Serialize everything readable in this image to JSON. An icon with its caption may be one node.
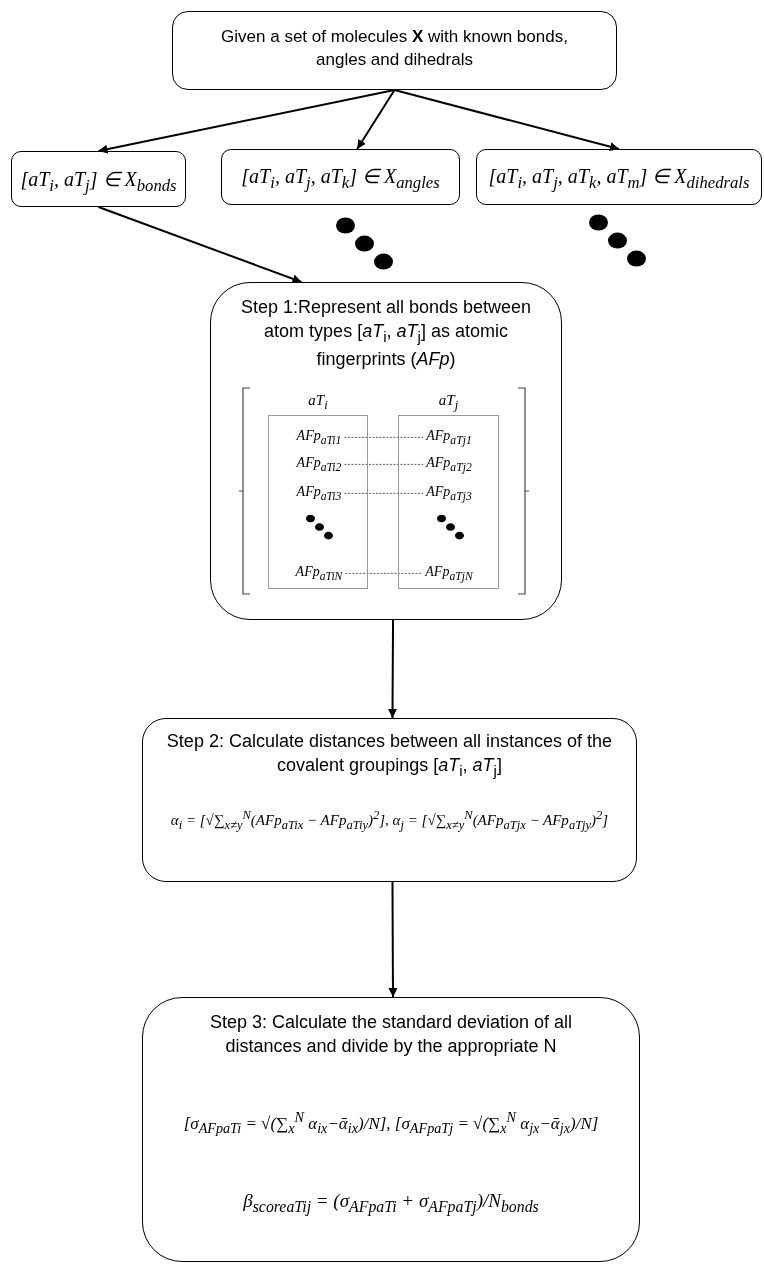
{
  "diagram": {
    "nodes": [
      {
        "text": [
          "Given a set of molecules **X** with known bonds, angles and dihedrals"
        ]
      },
      {
        "text": [
          "[aT$_{i}$, aT$_{j}$] ∈ X$_{bonds}$"
        ]
      },
      {
        "text": [
          "[aT$_{i}$, aT$_{j}$, aT$_{k}$] ∈ X$_{angles}$"
        ]
      },
      {
        "text": [
          "[aT$_{i}$, aT$_{j}$, aT$_{k}$, aT$_{m}$] ∈ X$_{dihedrals}$"
        ]
      },
      {
        "text": [
          "Step 1:Represent all bonds between atom types [*aT*$_{i}$, *aT*$_{j}$] as atomic fingerprints (*AFp*)"
        ]
      },
      {
        "text": [
          "aT$_{i}$"
        ],
        "in": 4
      },
      {
        "text": [
          "AFp$_{aTi1}$"
        ],
        "in": 5
      },
      {
        "text": [
          "AFp$_{aTi2}$"
        ],
        "in": 5
      },
      {
        "text": [
          "AFp$_{aTi3}$"
        ],
        "in": 5
      },
      {
        "text": [
          "AFp$_{aTiN}$"
        ],
        "in": 5
      },
      {
        "text": [
          "aT$_{j}$"
        ],
        "in": 4
      },
      {
        "text": [
          "AFp$_{aTj1}$"
        ],
        "in": 10
      },
      {
        "text": [
          "AFp$_{aTj2}$"
        ],
        "in": 10
      },
      {
        "text": [
          "AFp$_{aTj3}$"
        ],
        "in": 10
      },
      {
        "text": [
          "AFp$_{aTjN}$"
        ],
        "in": 10
      },
      {
        "text": [
          "Step 2: Calculate distances between all instances of the covalent groupings [*aT*$_{i}$, *aT*$_{j}$]",
          "α$_{i}$ = [√∑$_{x≠y}$$^{N}$(AFp$_{aTix}$ − AFp$_{aTiy}$)$^{2}$], α$_{j}$ = [√∑$_{x≠y}$$^{N}$(AFp$_{aTjx}$ − AFp$_{aTjy}$)$^{2}$]"
        ]
      },
      {
        "text": [
          "Step 3: Calculate the standard deviation of all distances and divide by the appropriate N",
          "[σ$_{AFpaTi}$ = √(∑$_{x}$$^{N}$ α$_{ix}$−ᾱ$_{ix}$)/N], [σ$_{AFpaTj}$ = √(∑$_{x}$$^{N}$ α$_{jx}$−ᾱ$_{jx}$)/N]",
          "β$_{scoreaTij}$ = (σ$_{AFpaTi}$ + σ$_{AFpaTj}$)/N$_{bonds}$"
        ]
      }
    ],
    "edges": [
      {
        "from": 0,
        "to": 1,
        "arrow": "to"
      },
      {
        "from": 0,
        "to": 2,
        "arrow": "to"
      },
      {
        "from": 0,
        "to": 3,
        "arrow": "to"
      },
      {
        "from": 1,
        "to": 4,
        "arrow": "to"
      },
      {
        "from": 6,
        "to": 11,
        "arrow": "none",
        "style": "dashed"
      },
      {
        "from": 7,
        "to": 12,
        "arrow": "none",
        "style": "dashed"
      },
      {
        "from": 8,
        "to": 13,
        "arrow": "none",
        "style": "dashed"
      },
      {
        "from": 9,
        "to": 14,
        "arrow": "none",
        "style": "dashed"
      },
      {
        "from": 4,
        "to": 15,
        "arrow": "to"
      },
      {
        "from": 15,
        "to": 16,
        "arrow": "to"
      }
    ]
  }
}
